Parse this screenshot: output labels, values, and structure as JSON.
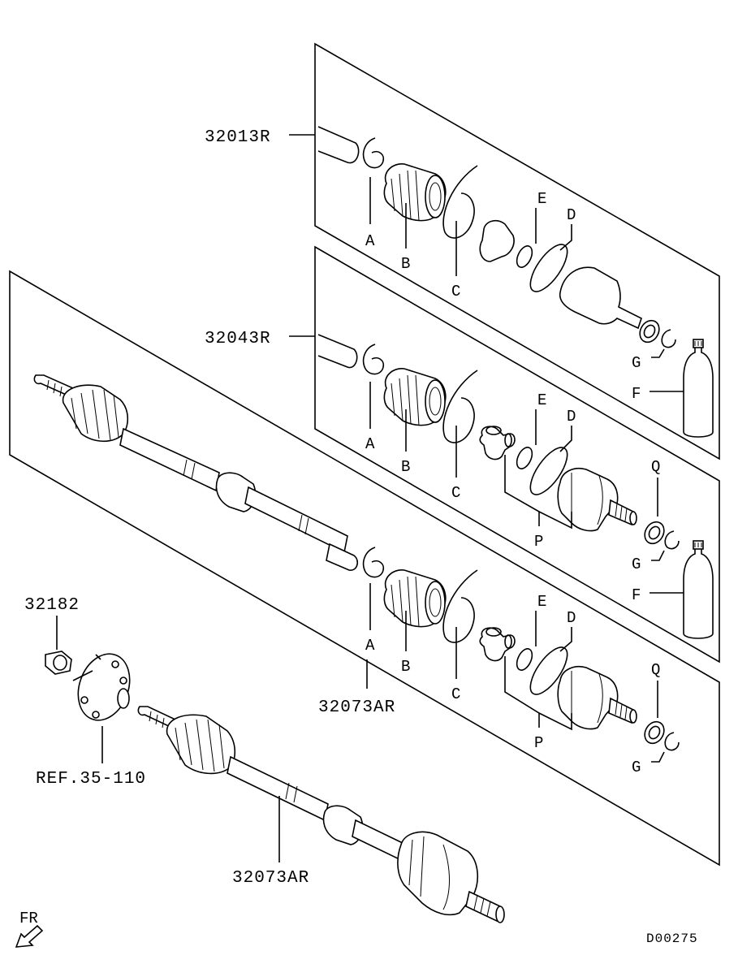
{
  "diagram": {
    "drawing_code": "D00275",
    "front_marker": "FR",
    "assembly_labels": {
      "top_kit": "32013R",
      "middle_kit": "32043R",
      "main_shaft_panel": "32073AR",
      "lower_shaft": "32073AR",
      "nut": "32182",
      "hub_reference": "REF.35-110"
    },
    "part_letters": {
      "A": "A",
      "B": "B",
      "C": "C",
      "D": "D",
      "E": "E",
      "F": "F",
      "G": "G",
      "P": "P",
      "Q": "Q"
    }
  }
}
